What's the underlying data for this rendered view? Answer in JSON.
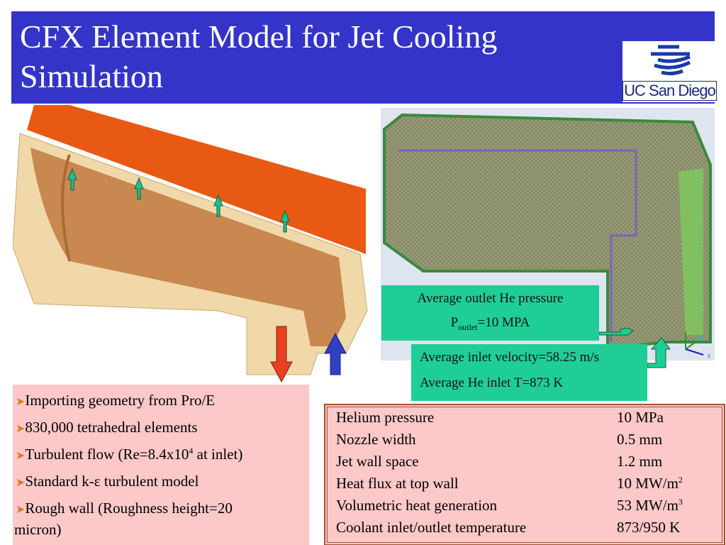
{
  "title": "CFX Element Model for Jet Cooling Simulation",
  "logo": "UC San Diego",
  "callouts": {
    "outlet_line1": "Average outlet He pressure",
    "outlet_p": "P",
    "outlet_sub": "outlet",
    "outlet_val": "=10 MPA",
    "inlet_velocity": "Average inlet velocity=58.25 m/s",
    "inlet_temp": "Average He inlet T=873 K"
  },
  "bullets": {
    "b1": "Importing geometry from  Pro/E",
    "b2": "830,000 tetrahedral elements",
    "b3_pre": "Turbulent flow (Re=8.4x10",
    "b3_sup": "4",
    "b3_post": " at inlet)",
    "b4": "Standard k-ε turbulent model",
    "b5a": "Rough wall (Roughness height=20",
    "b5b": "micron)"
  },
  "table": [
    {
      "label": "Helium pressure",
      "value": "10 MPa",
      "sup": ""
    },
    {
      "label": "Nozzle width",
      "value": "0.5 mm",
      "sup": ""
    },
    {
      "label": "Jet wall space",
      "value": "1.2 mm",
      "sup": ""
    },
    {
      "label": "Heat flux at top wall",
      "value": "10 MW/m",
      "sup": "2"
    },
    {
      "label": "Volumetric heat generation",
      "value": "53 MW/m",
      "sup": "3"
    },
    {
      "label": "Coolant inlet/outlet temperature",
      "value": "873/950 K",
      "sup": ""
    }
  ],
  "axis_label": "z"
}
